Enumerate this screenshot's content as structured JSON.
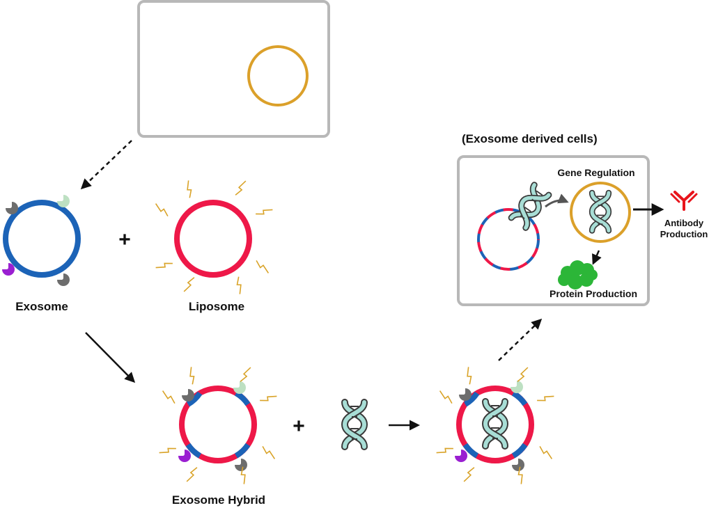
{
  "labels": {
    "exosome": "Exosome",
    "liposome": "Liposome",
    "exosome_hybrid": "Exosome Hybrid",
    "exosome_derived_cells": "(Exosome derived cells)",
    "gene_regulation": "Gene Regulation",
    "protein_production": "Protein Production",
    "antibody_line1": "Antibody",
    "antibody_line2": "Production",
    "plus": "+"
  },
  "colors": {
    "exosome_membrane": "#1c63b7",
    "liposome_membrane": "#ee1848",
    "nucleus": "#dba02a",
    "lightning": "#d9a328",
    "dna_backbone": "#3a3a3a",
    "dna_fill": "#a8ded6",
    "protein_blob": "#2cb638",
    "antibody": "#e8141b",
    "panel_border": "#b8b8b8",
    "receptor_gray": "#6d6d6d",
    "receptor_purple": "#9a1fd1",
    "receptor_mint": "#bde0c2"
  },
  "icons": [
    "lightning-icon",
    "dna-icon",
    "antibody-icon",
    "protein-cloud-icon",
    "receptor-icon",
    "arrow-icon"
  ]
}
